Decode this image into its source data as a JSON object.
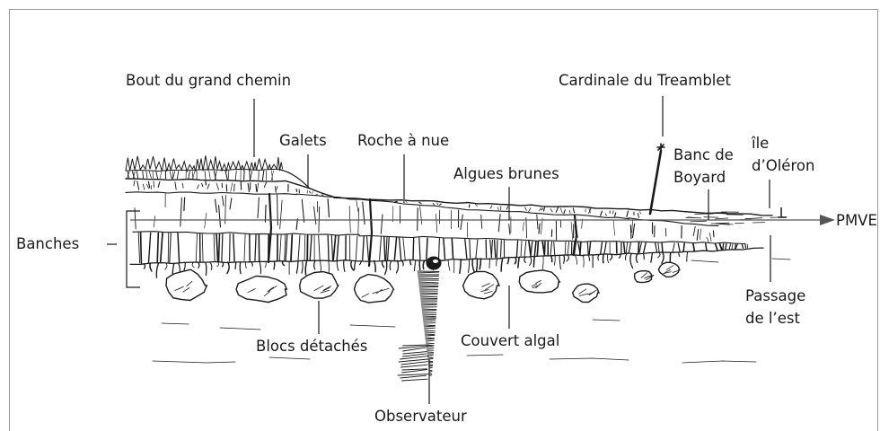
{
  "labels": {
    "bout_du_grand_chemin": "Bout du grand chemin",
    "galets": "Galets",
    "roche_a_nue": "Roche à nue",
    "cardinale": "Cardinale du Treamblet",
    "algues_brunes": "Algues brunes",
    "banc_de_boyard": [
      "Banc de",
      "Boyard"
    ],
    "ile_d_oleron": [
      "île",
      "d’Oléron"
    ],
    "pmve": "PMVE",
    "banches": "Banches",
    "passage_de_l_est": [
      "Passage",
      "de l’est"
    ],
    "blocs_detaches": "Blocs détachés",
    "couvert_algal": "Couvert algal",
    "observateur": "Observateur"
  },
  "colors": {
    "ink": "#1a1a1a",
    "frame": "#9a9a9a",
    "background": "#ffffff"
  }
}
